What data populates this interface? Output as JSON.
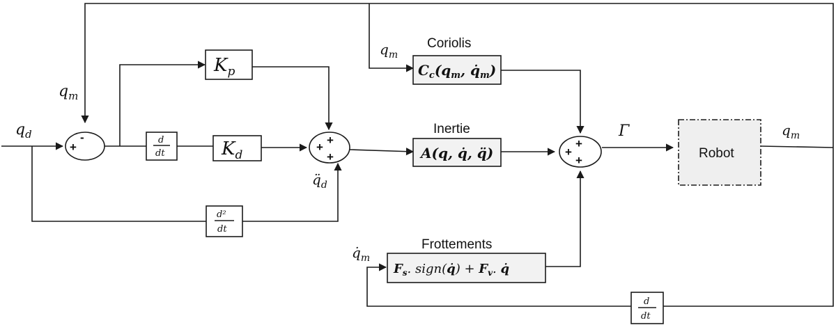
{
  "signals": {
    "qd": "q_d",
    "qm_feedback": "q_m",
    "qm_coriolis": "q_m",
    "qm_output": "q_m",
    "qm_dot": "q̇_m",
    "qdd_d": "q̈_d",
    "gamma": "Γ"
  },
  "blocks": {
    "kp": "K_p",
    "kd": "K_d",
    "deriv1": {
      "num": "d",
      "den": "dt"
    },
    "deriv2": {
      "num": "d²",
      "den": "dt"
    },
    "deriv3": {
      "num": "d",
      "den": "dt"
    },
    "coriolis": {
      "title": "Coriolis",
      "expr": "C_c(q_m, q̇_m)"
    },
    "inertie": {
      "title": "Inertie",
      "expr": "A(q, q̇, q̈)"
    },
    "frottements": {
      "title": "Frottements",
      "expr": "F_s. sign(q̇) + F_v. q̇"
    },
    "robot": "Robot"
  },
  "sums": {
    "sum1": {
      "signs": [
        "+",
        "-"
      ]
    },
    "sum2": {
      "signs": [
        "+",
        "+",
        "+"
      ]
    },
    "sum3": {
      "signs": [
        "+",
        "+",
        "+"
      ]
    }
  },
  "colors": {
    "line": "#1a1a1a",
    "block_fill": "#f2f2f2",
    "robot_fill": "#efefef"
  }
}
